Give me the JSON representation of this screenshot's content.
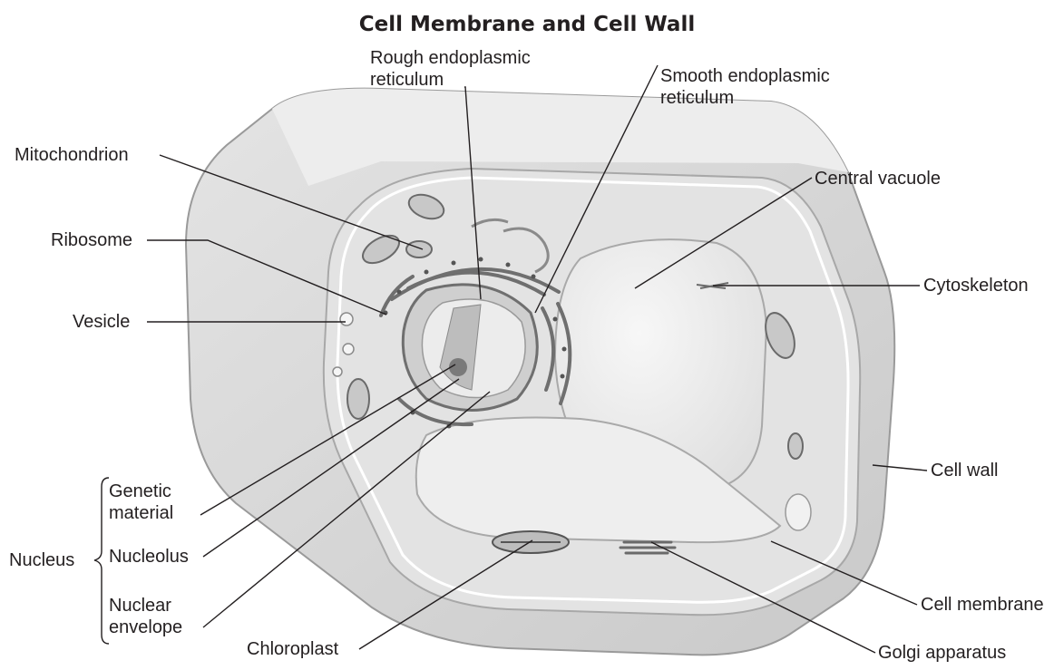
{
  "title": "Cell Membrane and Cell Wall",
  "labels": {
    "rough_er": [
      "Rough endoplasmic",
      "reticulum"
    ],
    "smooth_er": [
      "Smooth endoplasmic",
      "reticulum"
    ],
    "mitochondrion": "Mitochondrion",
    "central_vacuole": "Central vacuole",
    "ribosome": "Ribosome",
    "cytoskeleton": "Cytoskeleton",
    "vesicle": "Vesicle",
    "genetic_material": [
      "Genetic",
      "material"
    ],
    "cell_wall": "Cell wall",
    "nucleus": "Nucleus",
    "nucleolus": "Nucleolus",
    "nuclear_envelope": [
      "Nuclear",
      "envelope"
    ],
    "cell_membrane": "Cell membrane",
    "chloroplast": "Chloroplast",
    "golgi_apparatus": "Golgi apparatus"
  },
  "colors": {
    "text": "#231f20",
    "leader_line": "#231f20",
    "cell_wall_fill": "#d6d6d6",
    "cytoplasm_fill": "#e6e6e6",
    "vacuole_fill": "#f1f1f1",
    "organelle_fill": "#bdbdbd",
    "organelle_dark": "#7a7a7a"
  }
}
